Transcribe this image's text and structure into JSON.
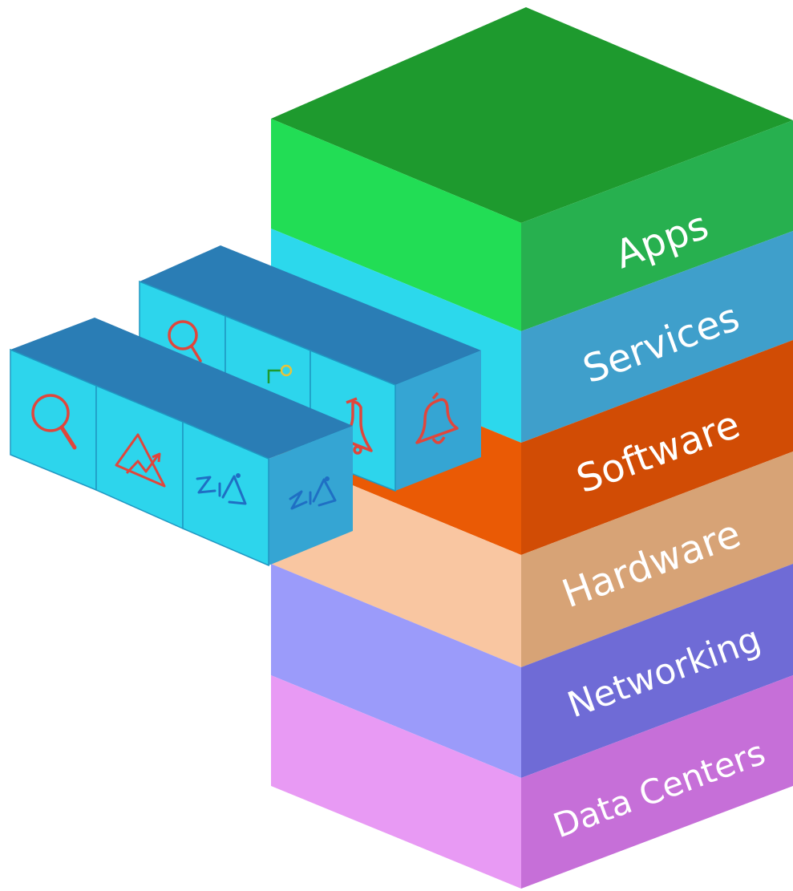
{
  "stack": {
    "layers": [
      {
        "id": "apps",
        "label": "Apps",
        "top_color": "#1E9A2E",
        "front_color": "#22DD55",
        "side_color": "#27B04F"
      },
      {
        "id": "services",
        "label": "Services",
        "front_color": "#2CD8EC",
        "side_color": "#3F9FCB"
      },
      {
        "id": "software",
        "label": "Software",
        "front_color": "#EA5A05",
        "side_color": "#D14C05"
      },
      {
        "id": "hardware",
        "label": "Hardware",
        "front_color": "#F9C6A1",
        "side_color": "#D7A376"
      },
      {
        "id": "networking",
        "label": "Networking",
        "front_color": "#9B9BFA",
        "side_color": "#6F6BD6"
      },
      {
        "id": "data-centers",
        "label": "Data Centers",
        "front_color": "#E89AF4",
        "side_color": "#C66FD8"
      }
    ]
  },
  "cubes": {
    "top_color": "#2A7DB5",
    "front_color": "#2DD5EC",
    "side_color": "#35A5D3",
    "back_row": [
      {
        "icon": "search-icon"
      },
      {
        "icon": "integration-icon"
      },
      {
        "icon": "bell-icon"
      },
      {
        "icon": "bell-icon"
      }
    ],
    "front_row": [
      {
        "icon": "search-icon"
      },
      {
        "icon": "analytics-icon"
      },
      {
        "icon": "zia-icon"
      },
      {
        "icon": "zia-icon"
      }
    ]
  }
}
